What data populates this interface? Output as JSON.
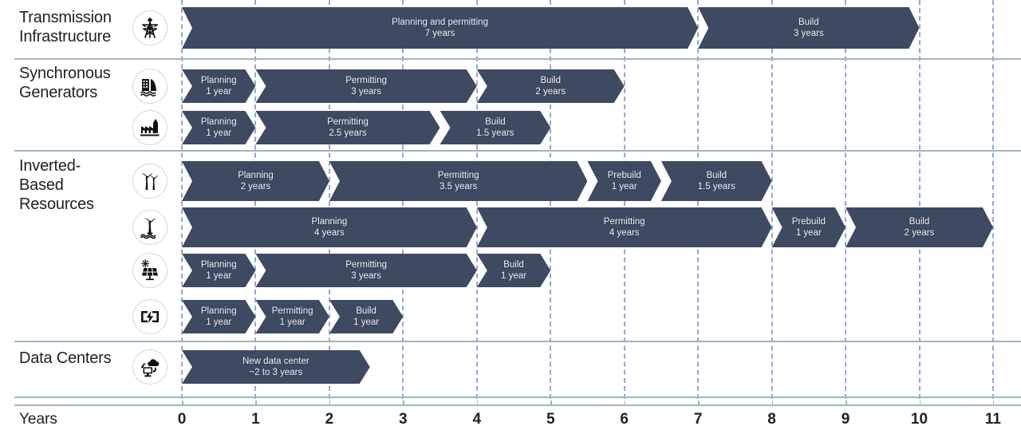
{
  "chart_data": {
    "type": "bar",
    "subtype": "gantt-timeline",
    "title": "",
    "xlabel": "Years",
    "xlim": [
      0,
      11
    ],
    "x_ticks": [
      0,
      1,
      2,
      3,
      4,
      5,
      6,
      7,
      8,
      9,
      10,
      11
    ],
    "x_tick_labels": [
      "0",
      "1",
      "2",
      "3",
      "4",
      "5",
      "6",
      "7",
      "8",
      "9",
      "10",
      "11"
    ],
    "grid": "vertical dashed gridlines at every integer year",
    "legend": "none",
    "groups": [
      {
        "label": "Transmission\nInfrastructure",
        "rows": [
          {
            "icon": "transmission-tower-icon",
            "segments": [
              {
                "label": "Planning and permitting",
                "duration": "7 years",
                "start": 0,
                "end": 7,
                "years": 7
              },
              {
                "label": "Build",
                "duration": "3 years",
                "start": 7,
                "end": 10,
                "years": 3
              }
            ],
            "total_years": 10
          }
        ]
      },
      {
        "label": "Synchronous\nGenerators",
        "rows": [
          {
            "icon": "hydro-dam-icon",
            "segments": [
              {
                "label": "Planning",
                "duration": "1 year",
                "start": 0,
                "end": 1,
                "years": 1
              },
              {
                "label": "Permitting",
                "duration": "3 years",
                "start": 1,
                "end": 4,
                "years": 3
              },
              {
                "label": "Build",
                "duration": "2 years",
                "start": 4,
                "end": 6,
                "years": 2
              }
            ],
            "total_years": 6
          },
          {
            "icon": "gas-plant-icon",
            "segments": [
              {
                "label": "Planning",
                "duration": "1 year",
                "start": 0,
                "end": 1,
                "years": 1
              },
              {
                "label": "Permitting",
                "duration": "2.5 years",
                "start": 1,
                "end": 3.5,
                "years": 2.5
              },
              {
                "label": "Build",
                "duration": "1.5 years",
                "start": 3.5,
                "end": 5,
                "years": 1.5
              }
            ],
            "total_years": 5
          }
        ]
      },
      {
        "label": "Inverted-\nBased\nResources",
        "rows": [
          {
            "icon": "onshore-wind-icon",
            "segments": [
              {
                "label": "Planning",
                "duration": "2 years",
                "start": 0,
                "end": 2,
                "years": 2
              },
              {
                "label": "Permitting",
                "duration": "3.5 years",
                "start": 2,
                "end": 5.5,
                "years": 3.5
              },
              {
                "label": "Prebuild",
                "duration": "1 year",
                "start": 5.5,
                "end": 6.5,
                "years": 1
              },
              {
                "label": "Build",
                "duration": "1.5 years",
                "start": 6.5,
                "end": 8,
                "years": 1.5
              }
            ],
            "total_years": 8
          },
          {
            "icon": "offshore-wind-icon",
            "segments": [
              {
                "label": "Planning",
                "duration": "4 years",
                "start": 0,
                "end": 4,
                "years": 4
              },
              {
                "label": "Permitting",
                "duration": "4 years",
                "start": 4,
                "end": 8,
                "years": 4
              },
              {
                "label": "Prebuild",
                "duration": "1 year",
                "start": 8,
                "end": 9,
                "years": 1
              },
              {
                "label": "Build",
                "duration": "2 years",
                "start": 9,
                "end": 11,
                "years": 2
              }
            ],
            "total_years": 11
          },
          {
            "icon": "solar-panel-icon",
            "segments": [
              {
                "label": "Planning",
                "duration": "1 year",
                "start": 0,
                "end": 1,
                "years": 1
              },
              {
                "label": "Permitting",
                "duration": "3 years",
                "start": 1,
                "end": 4,
                "years": 3
              },
              {
                "label": "Build",
                "duration": "1 year",
                "start": 4,
                "end": 5,
                "years": 1
              }
            ],
            "total_years": 5
          },
          {
            "icon": "battery-storage-icon",
            "segments": [
              {
                "label": "Planning",
                "duration": "1 year",
                "start": 0,
                "end": 1,
                "years": 1
              },
              {
                "label": "Permitting",
                "duration": "1 year",
                "start": 1,
                "end": 2,
                "years": 1
              },
              {
                "label": "Build",
                "duration": "1 year",
                "start": 2,
                "end": 3,
                "years": 1
              }
            ],
            "total_years": 3
          }
        ]
      },
      {
        "label": "Data Centers",
        "rows": [
          {
            "icon": "data-center-cloud-icon",
            "segments": [
              {
                "label": "New data center",
                "duration": "~2 to 3 years",
                "start": 0,
                "end": 2.55,
                "years": 2.55
              }
            ],
            "total_years": 2.55
          }
        ]
      }
    ]
  },
  "colors": {
    "bar": "#3e4a61",
    "bar_edge": "#ffffff",
    "separator": "#9fb6b8",
    "gridline": "#90a9d0",
    "text": "#231f20",
    "bar_text": "#f2f4f8",
    "background": "#ffffff",
    "icon_ring": "#c9dad6"
  },
  "axis": {
    "title": "Years",
    "ticks": [
      "0",
      "1",
      "2",
      "3",
      "4",
      "5",
      "6",
      "7",
      "8",
      "9",
      "10",
      "11"
    ]
  }
}
